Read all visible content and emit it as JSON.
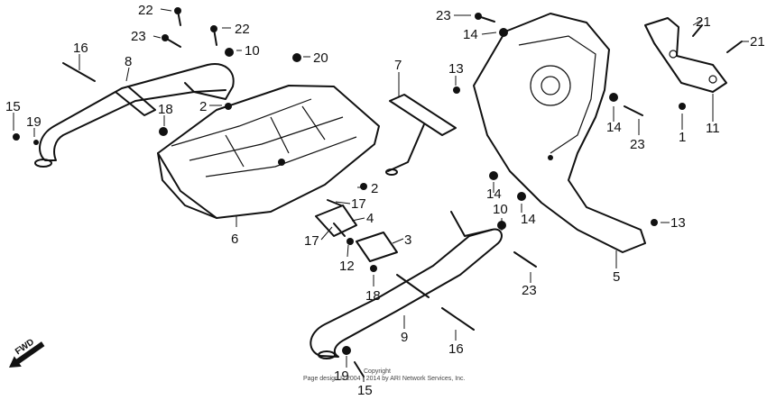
{
  "diagram": {
    "callouts": {
      "c1": "22",
      "c2": "22",
      "c3": "23",
      "c4": "10",
      "c5": "16",
      "c6": "8",
      "c7": "20",
      "c8": "2",
      "c9": "15",
      "c10": "19",
      "c11": "18",
      "c12": "6",
      "c13": "7",
      "c14": "13",
      "c15": "23",
      "c16": "14",
      "c17": "21",
      "c18": "21",
      "c19": "14",
      "c20": "23",
      "c21": "1",
      "c22": "11",
      "c23": "2",
      "c24": "17",
      "c25": "4",
      "c26": "17",
      "c27": "12",
      "c28": "3",
      "c29": "14",
      "c30": "10",
      "c31": "14",
      "c32": "13",
      "c33": "18",
      "c34": "23",
      "c35": "5",
      "c36": "9",
      "c37": "16",
      "c38": "19",
      "c39": "15"
    },
    "fwd_label": "FWD",
    "credit_line1": "Copyright",
    "credit_line2": "Page design © 2004 - 2014 by ARI Network Services, Inc."
  }
}
